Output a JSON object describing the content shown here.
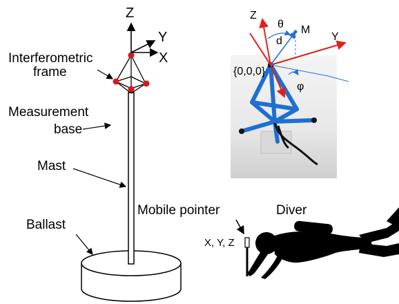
{
  "left_axes": {
    "z": "Z",
    "y": "Y",
    "x": "X"
  },
  "labels": {
    "interferometric_line1": "Interferometric",
    "interferometric_line2": "frame",
    "measurement_line1": "Measurement",
    "measurement_line2": "base",
    "mast": "Mast",
    "ballast": "Ballast",
    "mobile_pointer": "Mobile pointer",
    "pointer_coords": "X, Y, Z",
    "diver": "Diver"
  },
  "photo": {
    "z": "Z",
    "y": "Y",
    "theta": "θ",
    "m": "M",
    "d": "d",
    "origin": "{0,0,0}",
    "phi": "φ"
  },
  "colors": {
    "marker_red": "#d7191c",
    "frame_blue": "#1f6fd1",
    "axis_red": "#e0201a",
    "axis_blue": "#2b6fd6"
  }
}
